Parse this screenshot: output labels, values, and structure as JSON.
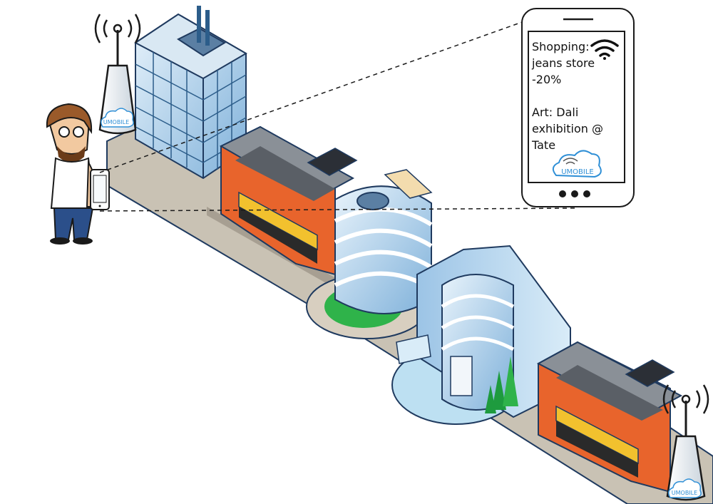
{
  "phone_screen": {
    "line1": "Shopping:",
    "line2": "jeans store",
    "line3": "-20%",
    "line4": "Art: Dali",
    "line5": "exhibition @",
    "line6": "Tate"
  },
  "logo_text": "UMOBILE",
  "icons": [
    "wifi-icon",
    "cell-tower",
    "umobile-cloud-logo",
    "smartphone"
  ],
  "colors": {
    "glass_blue": "#bcd9ef",
    "building_outline": "#1f3a5f",
    "store_orange": "#e8642c",
    "store_roof": "#5a5f66",
    "awning_yellow": "#f2c12e",
    "lawn_green": "#2fb34a",
    "logo_blue": "#2f8fd6",
    "ground_grey": "#c9c2b4"
  }
}
